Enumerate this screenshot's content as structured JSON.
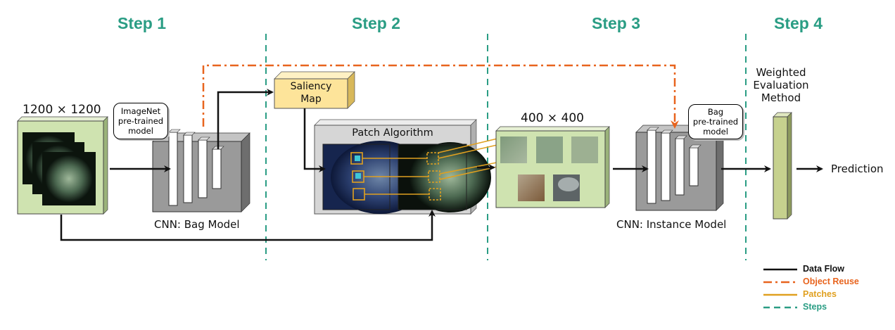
{
  "steps": [
    "Step 1",
    "Step 2",
    "Step 3",
    "Step 4"
  ],
  "labels": {
    "input_size": "1200 × 1200",
    "imagenet": [
      "ImageNet",
      "pre-trained",
      "model"
    ],
    "cnn_bag": "CNN: Bag Model",
    "saliency": [
      "Saliency",
      "Map"
    ],
    "patch_algorithm": "Patch Algorithm",
    "patch_size": "400 × 400",
    "bag_pretrained": [
      "Bag",
      "pre-trained",
      "model"
    ],
    "cnn_instance": "CNN: Instance Model",
    "weighted": [
      "Weighted",
      "Evaluation",
      "Method"
    ],
    "prediction": "Prediction"
  },
  "legend": [
    {
      "label": "Data Flow",
      "color": "#111111",
      "style": "solid"
    },
    {
      "label": "Object Reuse",
      "color": "#e8641e",
      "style": "dashdot"
    },
    {
      "label": "Patches",
      "color": "#e0a020",
      "style": "solid"
    },
    {
      "label": "Steps",
      "color": "#2a9d84",
      "style": "dashed"
    }
  ],
  "colors": {
    "step": "#2a9d84",
    "data_flow": "#111111",
    "object_reuse": "#e8641e",
    "patches": "#e0a020",
    "green_panel": "#cfe3b0",
    "saliency_box": "#fde49a",
    "cnn_box": "#9a9a9a"
  }
}
